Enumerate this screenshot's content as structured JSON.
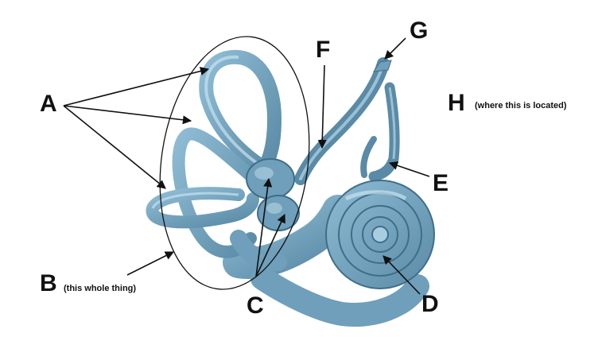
{
  "labels": {
    "a": "A",
    "b": "B",
    "b_note": "(this whole thing)",
    "c": "C",
    "d": "D",
    "e": "E",
    "f": "F",
    "g": "G",
    "h": "H",
    "h_note": "(where this is located)"
  },
  "colors": {
    "tube": "#6f9fba",
    "tube_dark": "#3f6e88",
    "tube_light": "#a9cde0",
    "line": "#111111"
  }
}
